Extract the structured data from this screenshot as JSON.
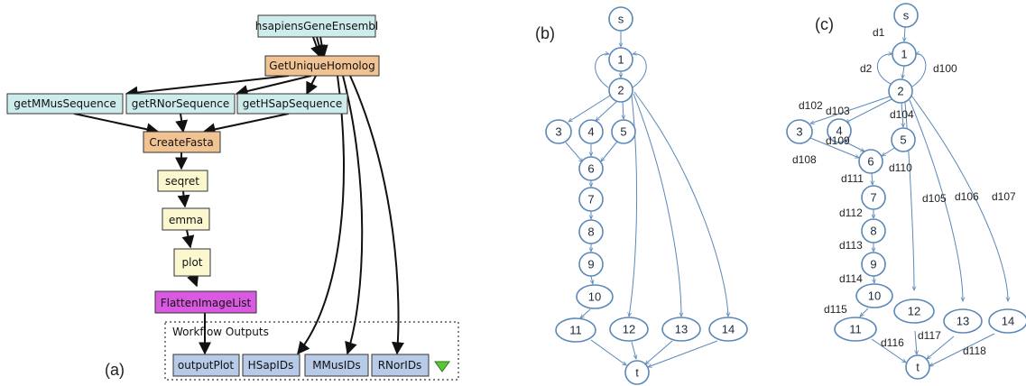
{
  "panel_a": {
    "label": "(a)",
    "nodes": {
      "source": "hsapiensGeneEnsembl",
      "homolog": "GetUniqueHomolog",
      "mmus_seq": "getMMusSequence",
      "rnor_seq": "getRNorSequence",
      "hsap_seq": "getHSapSequence",
      "create_fasta": "CreateFasta",
      "seqret": "seqret",
      "emma": "emma",
      "plot": "plot",
      "flatten": "FlattenImageList"
    },
    "outputs_title": "Workflow Outputs",
    "outputs": [
      "outputPlot",
      "HSapIDs",
      "MMusIDs",
      "RNorIDs"
    ],
    "colors": {
      "teal": "#cdeceb",
      "orange": "#f1c393",
      "yellow": "#fbf7cf",
      "magenta": "#d95ae0",
      "output_blue": "#b7cbe8",
      "triangle": "#5ec53a"
    }
  },
  "panel_b": {
    "label": "(b)",
    "nodes": [
      "s",
      "1",
      "2",
      "3",
      "4",
      "5",
      "6",
      "7",
      "8",
      "9",
      "10",
      "11",
      "12",
      "13",
      "14",
      "t"
    ]
  },
  "panel_c": {
    "label": "(c)",
    "nodes": [
      "s",
      "1",
      "2",
      "3",
      "4",
      "5",
      "6",
      "7",
      "8",
      "9",
      "10",
      "11",
      "12",
      "13",
      "14",
      "t"
    ],
    "edge_labels": [
      "d1",
      "d2",
      "d100",
      "d102",
      "d103",
      "d104",
      "d109",
      "d108",
      "d110",
      "d111",
      "d105",
      "d106",
      "d107",
      "d112",
      "d113",
      "d114",
      "d115",
      "d117",
      "d116",
      "d118"
    ]
  },
  "graph_color": "#5b88b8"
}
